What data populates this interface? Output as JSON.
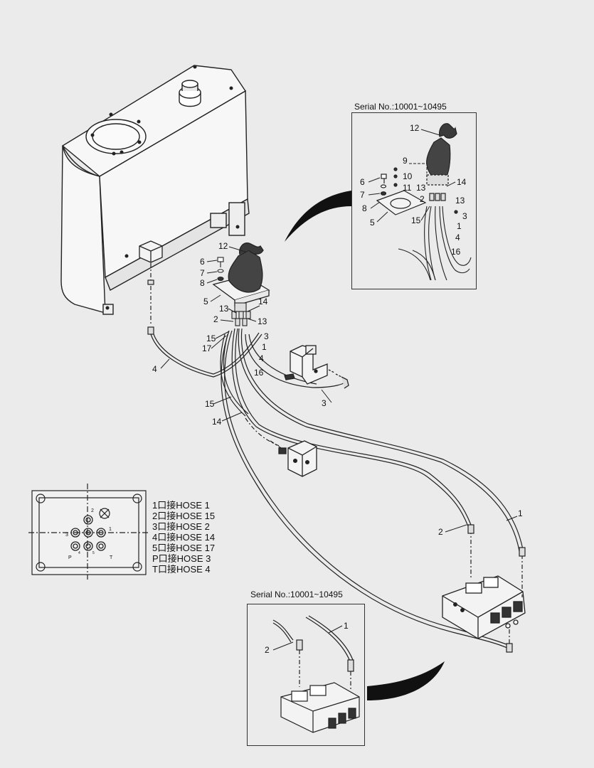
{
  "insets": {
    "top_serial": "Serial No.:10001~10495",
    "bottom_serial": "Serial No.:10001~10495"
  },
  "connections": [
    "1口接HOSE 1",
    "2口接HOSE 15",
    "3口接HOSE 2",
    "4口接HOSE 14",
    "5口接HOSE 17",
    "P口接HOSE 3",
    "T口接HOSE 4"
  ],
  "callouts": {
    "main": {
      "c12": "12",
      "c6": "6",
      "c7": "7",
      "c8": "8",
      "c5": "5",
      "c13a": "13",
      "c14": "14",
      "c2": "2",
      "c13b": "13",
      "c1": "1",
      "c15a": "15",
      "c3a": "3",
      "c17": "17",
      "c4a": "4",
      "c4b": "4",
      "c16": "16",
      "c3b": "3",
      "c15b": "15",
      "c14b": "14",
      "c2b": "2",
      "c1b": "1"
    },
    "top_inset": {
      "c12": "12",
      "c9": "9",
      "c10": "10",
      "c6": "6",
      "c11": "11",
      "c13a": "13",
      "c14": "14",
      "c7": "7",
      "c2": "2",
      "c13b": "13",
      "c8": "8",
      "c3": "3",
      "c15": "15",
      "c1": "1",
      "c5": "5",
      "c4": "4",
      "c16": "16"
    },
    "bottom_inset": {
      "c1": "1",
      "c2": "2"
    }
  },
  "port_plate": {
    "ports": [
      "1",
      "2",
      "3",
      "4",
      "5",
      "P",
      "T"
    ]
  }
}
